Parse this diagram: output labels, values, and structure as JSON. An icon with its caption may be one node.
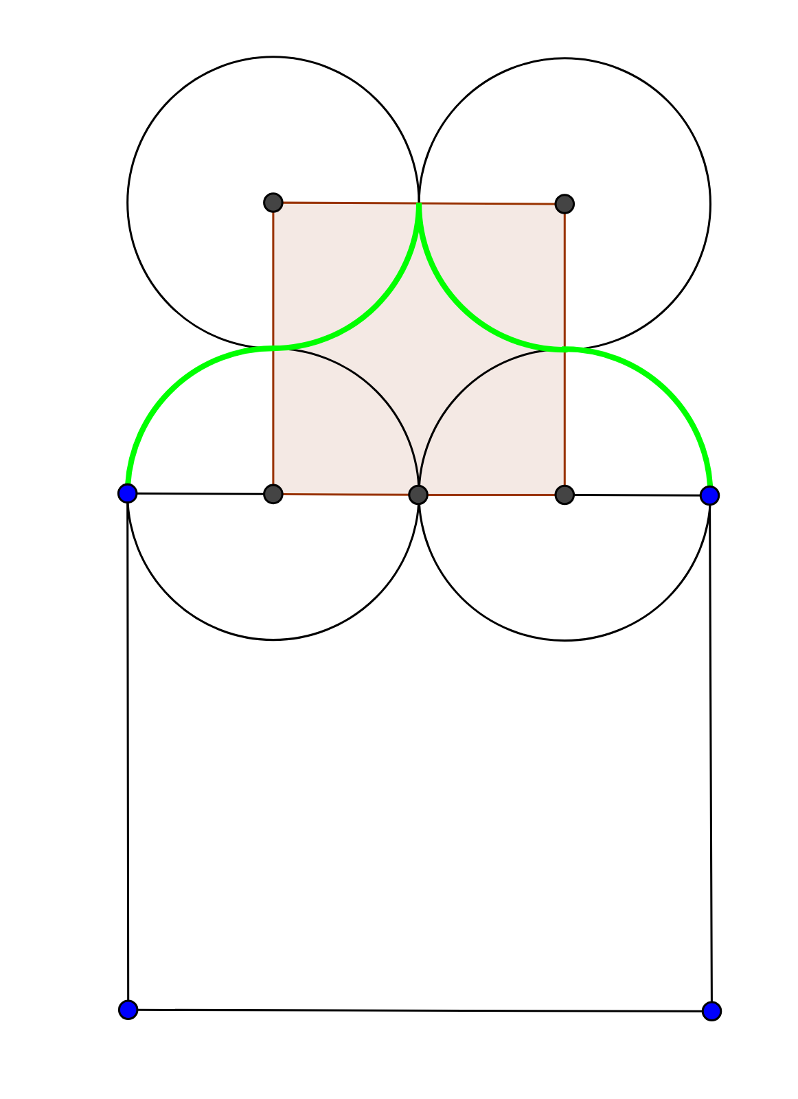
{
  "diagram": {
    "nodes": [
      {
        "text": [],
        "shape": "circle"
      },
      {
        "text": [],
        "shape": "circle"
      },
      {
        "text": [],
        "shape": "circle"
      },
      {
        "text": [],
        "shape": "circle"
      },
      {
        "text": [],
        "shape": "circle"
      },
      {
        "text": [],
        "shape": "circle"
      },
      {
        "text": [],
        "shape": "circle"
      },
      {
        "text": [],
        "shape": "circle"
      },
      {
        "text": [],
        "shape": "circle"
      }
    ],
    "edges": [
      {
        "from": 0,
        "to": 1,
        "arrow": "none",
        "color": "#993300"
      },
      {
        "from": 0,
        "to": 3,
        "arrow": "none",
        "color": "#993300"
      },
      {
        "from": 1,
        "to": 5,
        "arrow": "none",
        "color": "#993300"
      },
      {
        "from": 3,
        "to": 4,
        "arrow": "none",
        "color": "#993300"
      },
      {
        "from": 4,
        "to": 5,
        "arrow": "none",
        "color": "#993300"
      },
      {
        "from": 2,
        "to": 3,
        "arrow": "none",
        "color": "#000000"
      },
      {
        "from": 5,
        "to": 6,
        "arrow": "none",
        "color": "#000000"
      },
      {
        "from": 2,
        "to": 7,
        "arrow": "none",
        "color": "#000000"
      },
      {
        "from": 6,
        "to": 8,
        "arrow": "none",
        "color": "#000000"
      },
      {
        "from": 7,
        "to": 8,
        "arrow": "none",
        "color": "#000000"
      },
      {
        "from": 2,
        "to": 6,
        "arrow": "none",
        "style": "thick",
        "color": "#00ff00"
      }
    ]
  }
}
